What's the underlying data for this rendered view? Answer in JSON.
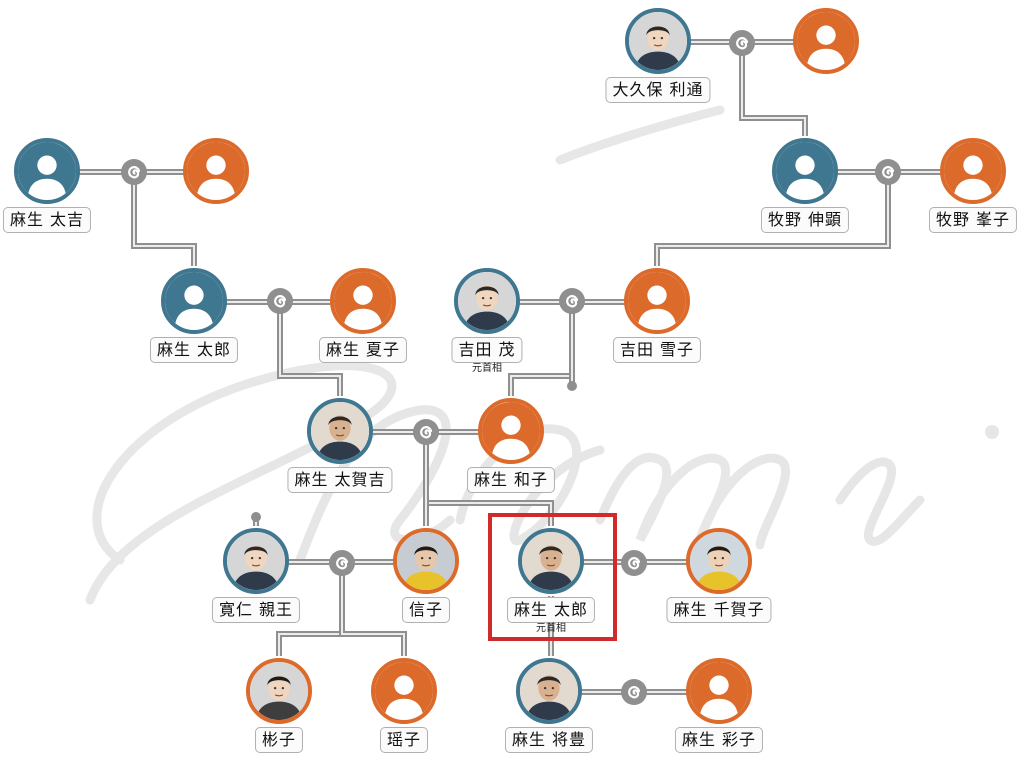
{
  "people": [
    {
      "id": "okubo",
      "name": "大久保 利通",
      "gender": "male",
      "photo": true
    },
    {
      "id": "okubo_wife",
      "name": "",
      "gender": "female",
      "photo": false
    },
    {
      "id": "makino",
      "name": "牧野 伸顕",
      "gender": "male",
      "photo": false
    },
    {
      "id": "makino_mineko",
      "name": "牧野 峯子",
      "gender": "female",
      "photo": false
    },
    {
      "id": "aso_takichi",
      "name": "麻生 太吉",
      "gender": "male",
      "photo": false
    },
    {
      "id": "takichi_wife",
      "name": "",
      "gender": "female",
      "photo": false
    },
    {
      "id": "aso_taro_sr",
      "name": "麻生 太郎",
      "gender": "male",
      "photo": false
    },
    {
      "id": "aso_natsuko",
      "name": "麻生 夏子",
      "gender": "female",
      "photo": false
    },
    {
      "id": "yoshida_shigeru",
      "name": "吉田 茂",
      "gender": "male",
      "photo": true,
      "note": "元首相"
    },
    {
      "id": "yoshida_yukiko",
      "name": "吉田 雪子",
      "gender": "female",
      "photo": false
    },
    {
      "id": "aso_takakichi",
      "name": "麻生 太賀吉",
      "gender": "male",
      "photo": true
    },
    {
      "id": "aso_kazuko",
      "name": "麻生 和子",
      "gender": "female",
      "photo": false
    },
    {
      "id": "tomohito",
      "name": "寛仁 親王",
      "gender": "male",
      "photo": true
    },
    {
      "id": "nobuko",
      "name": "信子",
      "gender": "female",
      "photo": true
    },
    {
      "id": "aso_taro",
      "name": "麻生 太郎",
      "gender": "male",
      "photo": true,
      "note": "元首相",
      "highlight": true
    },
    {
      "id": "aso_chikako",
      "name": "麻生 千賀子",
      "gender": "female",
      "photo": true
    },
    {
      "id": "akiko",
      "name": "彬子",
      "gender": "female",
      "photo": true
    },
    {
      "id": "yoko",
      "name": "瑶子",
      "gender": "female",
      "photo": false
    },
    {
      "id": "aso_masayoshi",
      "name": "麻生 将豊",
      "gender": "male",
      "photo": true
    },
    {
      "id": "aso_ayako",
      "name": "麻生 彩子",
      "gender": "female",
      "photo": false
    }
  ],
  "marriages": [
    [
      "okubo",
      "okubo_wife"
    ],
    [
      "makino",
      "makino_mineko"
    ],
    [
      "aso_takichi",
      "takichi_wife"
    ],
    [
      "aso_taro_sr",
      "aso_natsuko"
    ],
    [
      "yoshida_shigeru",
      "yoshida_yukiko"
    ],
    [
      "aso_takakichi",
      "aso_kazuko"
    ],
    [
      "tomohito",
      "nobuko"
    ],
    [
      "aso_taro",
      "aso_chikako"
    ],
    [
      "aso_masayoshi",
      "aso_ayako"
    ]
  ],
  "watermark": "Satomi",
  "colors": {
    "male": "#3f7690",
    "female": "#dc6a2b",
    "line": "#8f8f8f",
    "highlight": "#d12a2a"
  }
}
